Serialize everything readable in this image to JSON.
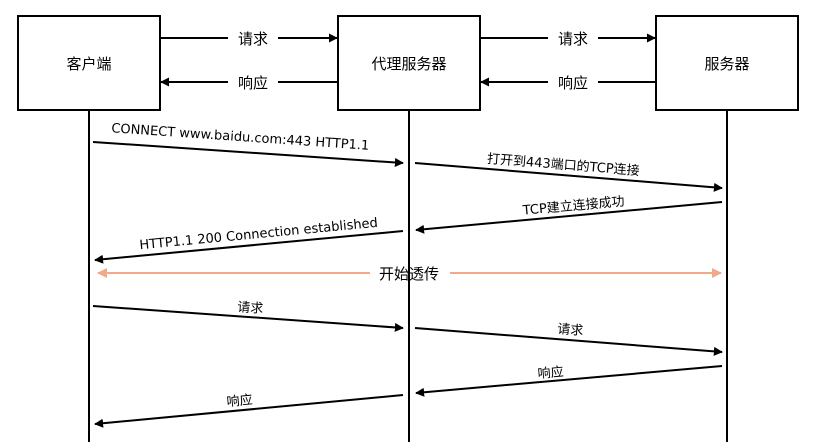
{
  "participants": {
    "client": "客户端",
    "proxy": "代理服务器",
    "server": "服务器"
  },
  "top_arrows": {
    "left_request": "请求",
    "left_response": "响应",
    "right_request": "请求",
    "right_response": "响应"
  },
  "messages": {
    "connect": "CONNECT www.baidu.com:443 HTTP1.1",
    "open_tcp": "打开到443端口的TCP连接",
    "tcp_established": "TCP建立连接成功",
    "http_200": "HTTP1.1 200 Connection established",
    "passthrough": "开始透传",
    "req1": "请求",
    "req2": "请求",
    "resp1": "响应",
    "resp2": "响应"
  },
  "colors": {
    "line": "#000000",
    "passthrough": "#f2a98a"
  }
}
